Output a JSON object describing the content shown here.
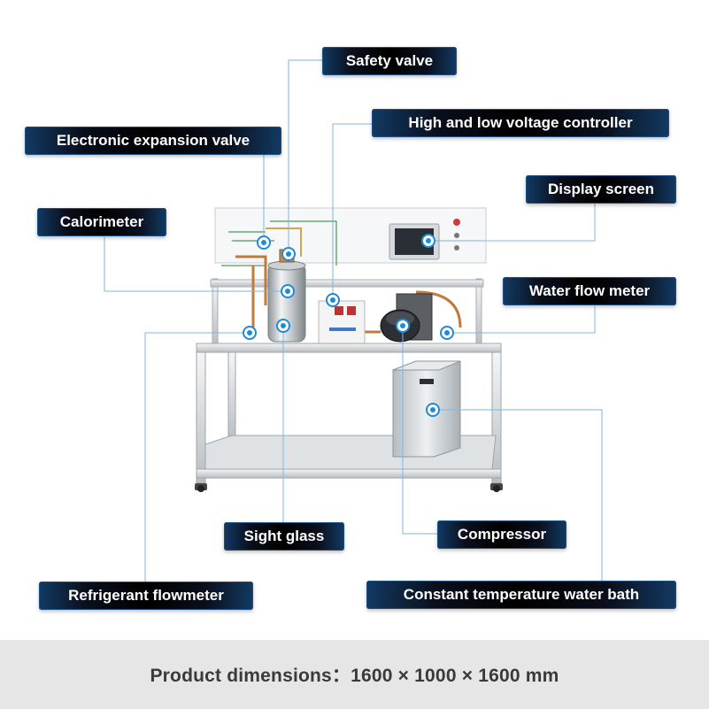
{
  "labels": {
    "safety_valve": "Safety valve",
    "high_low_voltage_controller": "High and low voltage controller",
    "electronic_expansion_valve": "Electronic expansion valve",
    "display_screen": "Display screen",
    "calorimeter": "Calorimeter",
    "water_flow_meter": "Water flow meter",
    "sight_glass": "Sight glass",
    "compressor": "Compressor",
    "refrigerant_flowmeter": "Refrigerant flowmeter",
    "constant_temperature_water_bath": "Constant temperature water bath"
  },
  "footer": {
    "text": "Product dimensions：1600 × 1000 × 1600 mm"
  },
  "colors": {
    "leader_line": "#7fb6dc",
    "marker": "#1f8ad6",
    "label_edge": "#1b4f86",
    "footer_bg": "#e6e6e6"
  }
}
